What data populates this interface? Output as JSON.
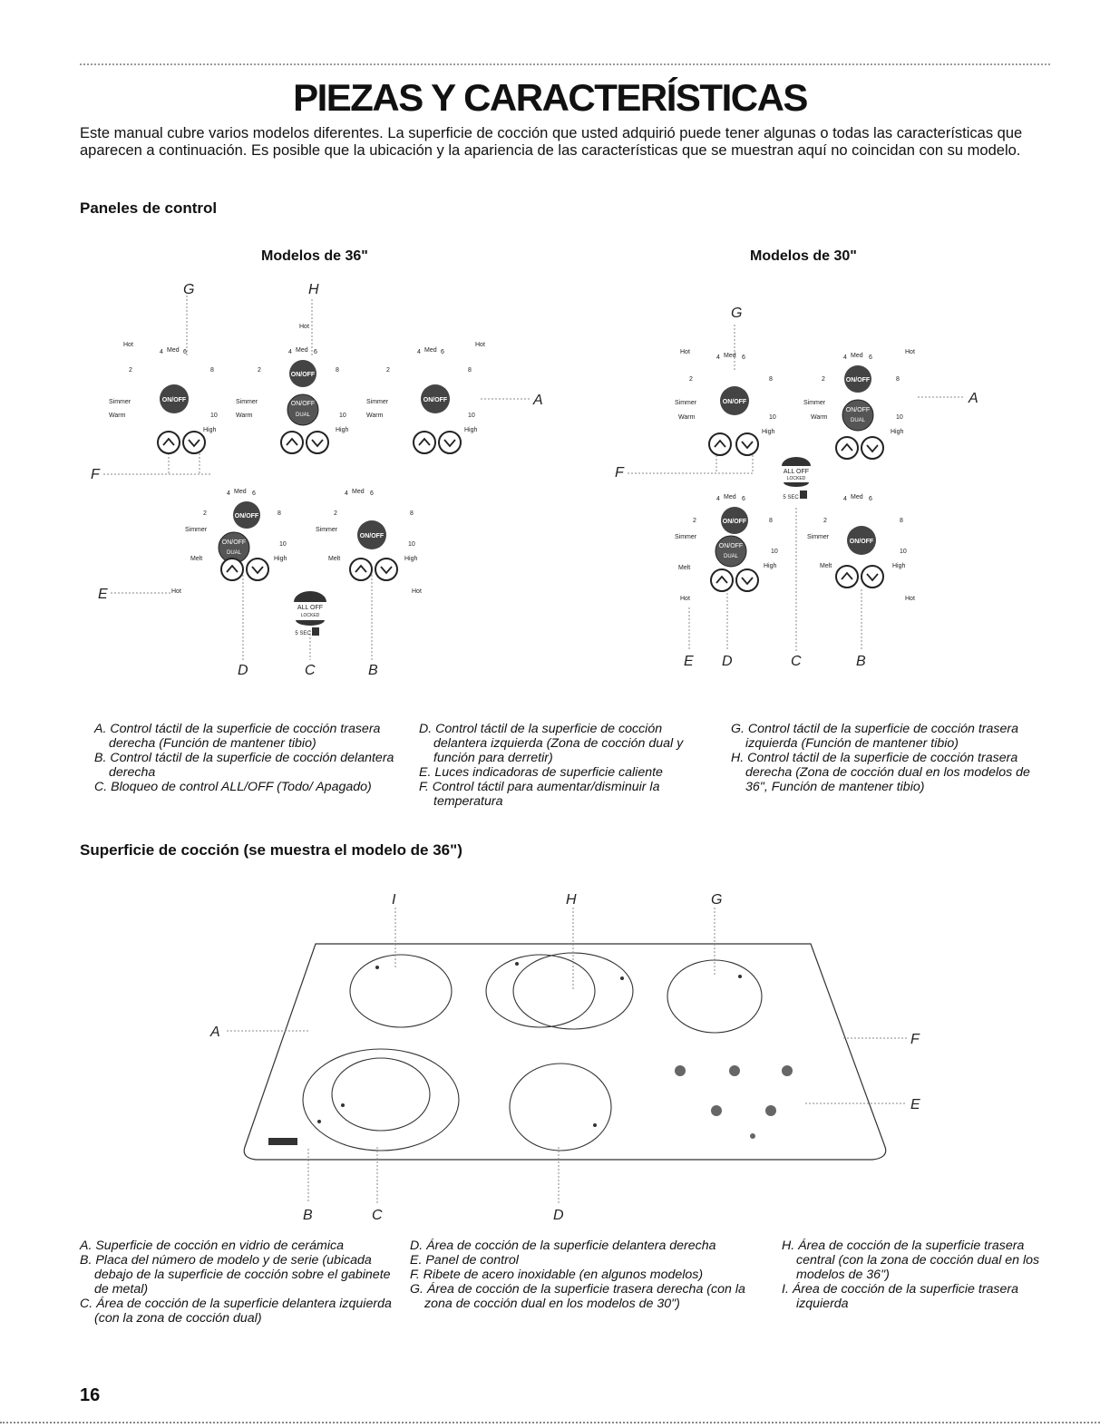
{
  "title": "PIEZAS Y CARACTERÍSTICAS",
  "intro": "Este manual cubre varios modelos diferentes. La superficie de cocción que usted adquirió puede tener algunas o todas las características que aparecen a continuación. Es posible que la ubicación y la apariencia de las características que se muestran aquí no coincidan con su modelo.",
  "control_section": {
    "heading": "Paneles de control",
    "left_subtitle": "Modelos de 36\"",
    "right_subtitle": "Modelos de 30\"",
    "dial_labels": {
      "hot": "Hot",
      "med": "Med",
      "simmer": "Simmer",
      "warm": "Warm",
      "melt": "Melt",
      "high": "High",
      "on_off": "ON/OFF",
      "dual": "DUAL",
      "all_off": "ALL OFF",
      "locked": "LOCKED",
      "five_sec": "5 SEC",
      "n2": "2",
      "n4": "4",
      "n6": "6",
      "n8": "8",
      "n10": "10"
    },
    "left_letters": {
      "G": "G",
      "H": "H",
      "A": "A",
      "F": "F",
      "E": "E",
      "D": "D",
      "C": "C",
      "B": "B"
    },
    "right_letters": {
      "G": "G",
      "A": "A",
      "F": "F",
      "E": "E",
      "D": "D",
      "C": "C",
      "B": "B"
    },
    "captions": [
      [
        "A. Control táctil de la superficie de cocción trasera derecha (Función de mantener tibio)",
        "B. Control táctil de la superficie de cocción delantera derecha",
        "C. Bloqueo de control ALL/OFF (Todo/ Apagado)"
      ],
      [
        "D. Control táctil de la superficie de cocción delantera izquierda (Zona de cocción dual y función para derretir)",
        "E. Luces indicadoras de superficie caliente",
        "F. Control táctil para aumentar/disminuir la temperatura"
      ],
      [
        "G. Control táctil de la superficie de cocción trasera izquierda (Función de mantener tibio)",
        "H. Control táctil de la superficie de cocción trasera derecha (Zona de cocción dual en los modelos de 36\", Función de mantener tibio)"
      ]
    ]
  },
  "surface_section": {
    "heading": "Superficie de cocción (se muestra el modelo de 36\")",
    "letters": {
      "I": "I",
      "H": "H",
      "G": "G",
      "A": "A",
      "F": "F",
      "E": "E",
      "B": "B",
      "C": "C",
      "D": "D"
    },
    "captions": [
      [
        "A. Superficie de cocción en vidrio de cerámica",
        "B. Placa del número de modelo y de serie (ubicada debajo de la superficie de cocción sobre el gabinete de metal)",
        "C. Área de cocción de la superficie delantera izquierda (con la zona de cocción dual)"
      ],
      [
        "D. Área de cocción de la superficie delantera derecha",
        "E. Panel de control",
        "F. Ribete de acero inoxidable (en algunos modelos)",
        "G. Área de cocción de la superficie trasera derecha (con la zona de cocción dual en los modelos de 30\")"
      ],
      [
        "H. Área de cocción de la superficie trasera central (con la zona de cocción dual en los modelos de 36\")",
        "I. Área de cocción de la superficie trasera izquierda"
      ]
    ]
  },
  "page_number": "16"
}
